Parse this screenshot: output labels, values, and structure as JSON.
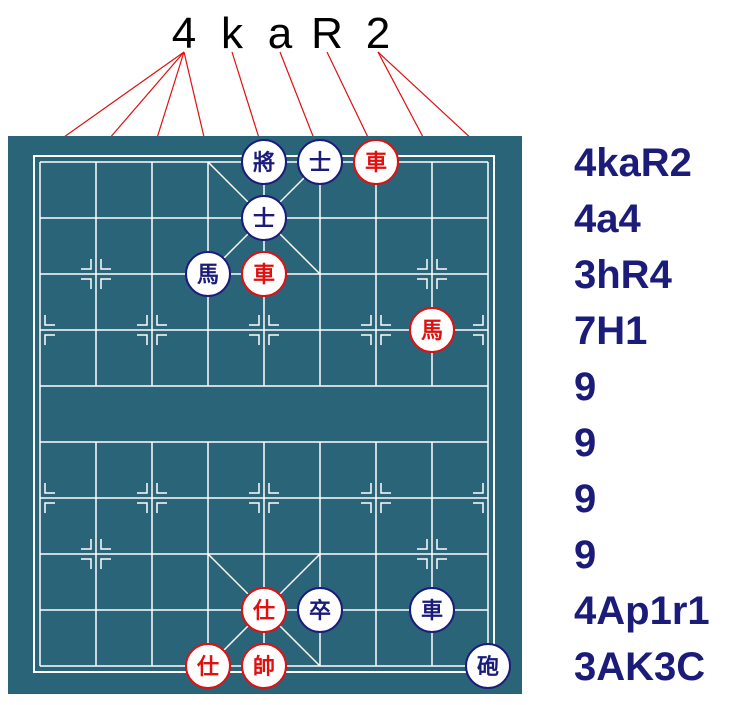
{
  "top_label_chars": [
    "4",
    "k",
    "a",
    "R",
    "2"
  ],
  "fen_rows": [
    "4kaR2",
    "4a4",
    "3hR4",
    "7H1",
    "9",
    "9",
    "9",
    "9",
    "4Ap1r1",
    "3AK3C"
  ],
  "colors": {
    "board_bg": "#2a6478",
    "board_lines": "#ffffff",
    "red_piece": "#e01010",
    "black_piece": "#1b1b7a",
    "piece_face": "#ffffff",
    "connector": "#e01010",
    "fen_text": "#1b1b7a"
  },
  "pieces": [
    {
      "file": 4,
      "rank": 0,
      "glyph": "將",
      "side": "black",
      "name": "black-king"
    },
    {
      "file": 5,
      "rank": 0,
      "glyph": "士",
      "side": "black",
      "name": "black-advisor"
    },
    {
      "file": 6,
      "rank": 0,
      "glyph": "車",
      "side": "red",
      "name": "red-chariot"
    },
    {
      "file": 4,
      "rank": 1,
      "glyph": "士",
      "side": "black",
      "name": "black-advisor"
    },
    {
      "file": 3,
      "rank": 2,
      "glyph": "馬",
      "side": "black",
      "name": "black-horse"
    },
    {
      "file": 4,
      "rank": 2,
      "glyph": "車",
      "side": "red",
      "name": "red-chariot"
    },
    {
      "file": 7,
      "rank": 3,
      "glyph": "馬",
      "side": "red",
      "name": "red-horse"
    },
    {
      "file": 4,
      "rank": 8,
      "glyph": "仕",
      "side": "red",
      "name": "red-advisor"
    },
    {
      "file": 5,
      "rank": 8,
      "glyph": "卒",
      "side": "black",
      "name": "black-pawn"
    },
    {
      "file": 7,
      "rank": 8,
      "glyph": "車",
      "side": "black",
      "name": "black-chariot"
    },
    {
      "file": 3,
      "rank": 9,
      "glyph": "仕",
      "side": "red",
      "name": "red-advisor"
    },
    {
      "file": 4,
      "rank": 9,
      "glyph": "帥",
      "side": "red",
      "name": "red-king"
    },
    {
      "file": 8,
      "rank": 9,
      "glyph": "砲",
      "side": "black",
      "name": "black-cannon"
    }
  ],
  "top_row_groups": [
    {
      "char_index": 0,
      "files": [
        0,
        1,
        2,
        3
      ]
    },
    {
      "char_index": 1,
      "files": [
        4
      ]
    },
    {
      "char_index": 2,
      "files": [
        5
      ]
    },
    {
      "char_index": 3,
      "files": [
        6
      ]
    },
    {
      "char_index": 4,
      "files": [
        7,
        8
      ]
    }
  ]
}
